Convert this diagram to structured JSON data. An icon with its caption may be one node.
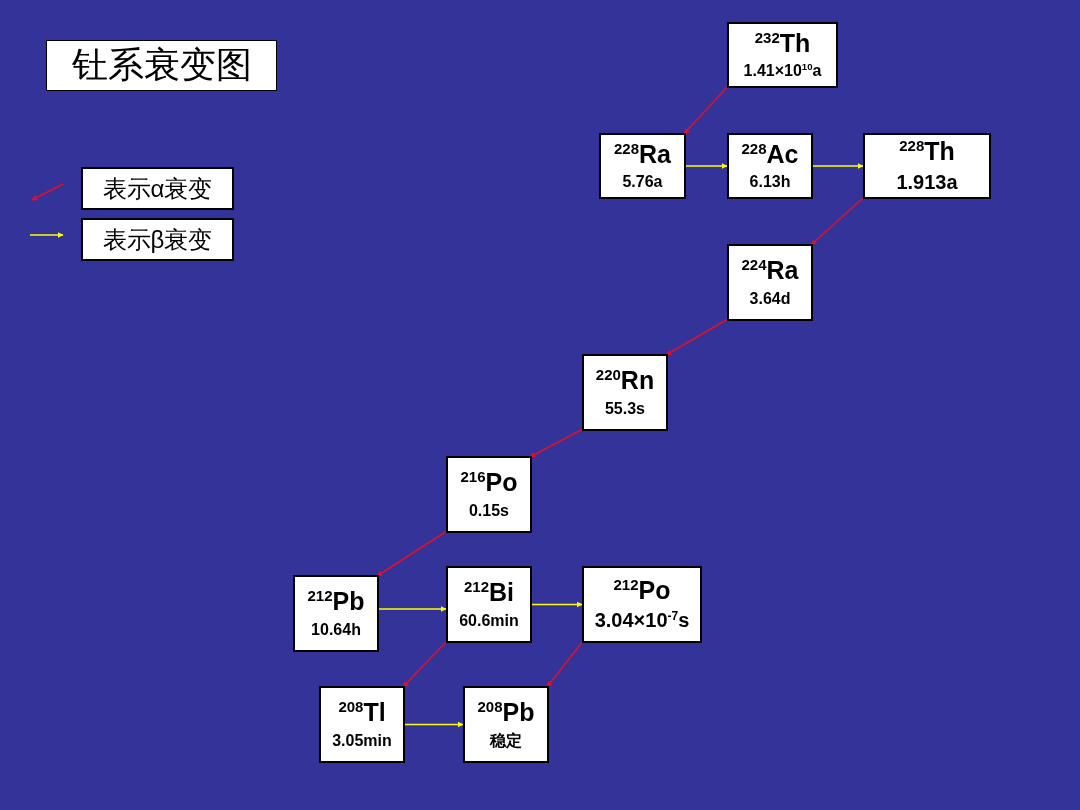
{
  "diagram": {
    "title": "钍系衰变图",
    "nodes": [
      {
        "text": [
          "$^{232}$Th",
          "1.41×10$^{10}$a"
        ]
      },
      {
        "text": [
          "$^{228}$Ra",
          "5.76a"
        ]
      },
      {
        "text": [
          "$^{228}$Ac",
          "6.13h"
        ]
      },
      {
        "text": [
          "$^{228}$Th",
          "1.913a"
        ]
      },
      {
        "text": [
          "$^{224}$Ra",
          "3.64d"
        ]
      },
      {
        "text": [
          "$^{220}$Rn",
          "55.3s"
        ]
      },
      {
        "text": [
          "$^{216}$Po",
          "0.15s"
        ]
      },
      {
        "text": [
          "$^{212}$Pb",
          "10.64h"
        ]
      },
      {
        "text": [
          "$^{212}$Bi",
          "60.6min"
        ]
      },
      {
        "text": [
          "$^{212}$Po",
          "3.04×10$^{-7}$s"
        ]
      },
      {
        "text": [
          "$^{208}$Tl",
          "3.05min"
        ]
      },
      {
        "text": [
          "$^{208}$Pb",
          "稳定"
        ]
      }
    ],
    "edges": [
      {
        "from": 0,
        "to": 1,
        "arrow": "to"
      },
      {
        "from": 1,
        "to": 2,
        "arrow": "to",
        "color": "#ffff00"
      },
      {
        "from": 2,
        "to": 3,
        "arrow": "to",
        "color": "#ffff00"
      },
      {
        "from": 3,
        "to": 4,
        "arrow": "to"
      },
      {
        "from": 4,
        "to": 5,
        "arrow": "to"
      },
      {
        "from": 5,
        "to": 6,
        "arrow": "to"
      },
      {
        "from": 6,
        "to": 7,
        "arrow": "to"
      },
      {
        "from": 7,
        "to": 8,
        "arrow": "to",
        "color": "#ffff00"
      },
      {
        "from": 8,
        "to": 9,
        "arrow": "to",
        "color": "#ffff00"
      },
      {
        "from": 8,
        "to": 10,
        "arrow": "to"
      },
      {
        "from": 9,
        "to": 11,
        "arrow": "to"
      },
      {
        "from": 10,
        "to": 11,
        "arrow": "to",
        "color": "#ffff00"
      }
    ],
    "legend": [
      {
        "text": "表示α衰变"
      },
      {
        "text": "表示β衰变"
      }
    ]
  }
}
